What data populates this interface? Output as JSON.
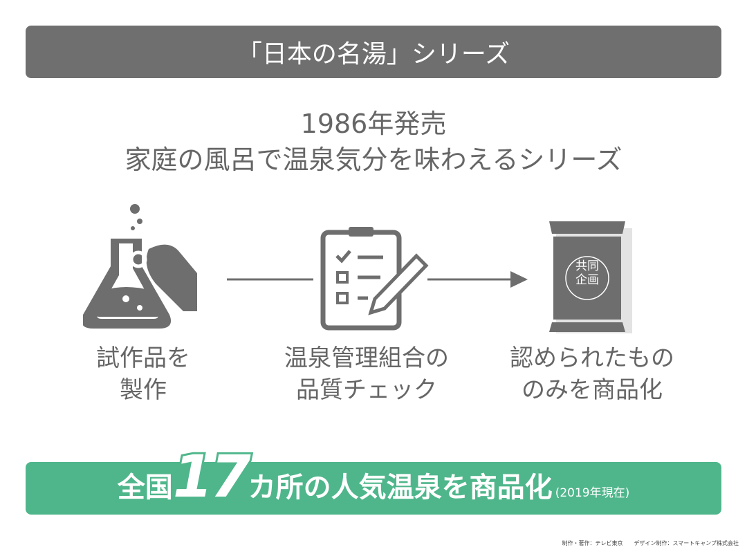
{
  "header": {
    "title": "「日本の名湯」シリーズ"
  },
  "intro": {
    "line1": "1986年発売",
    "line2": "家庭の風呂で温泉気分を味わえるシリーズ"
  },
  "steps": [
    {
      "icon": "flask-icon",
      "line1": "試作品を",
      "line2": "製作"
    },
    {
      "icon": "clipboard-checklist-icon",
      "line1": "温泉管理組合の",
      "line2": "品質チェック"
    },
    {
      "icon": "product-package-icon",
      "badge1": "共同",
      "badge2": "企画",
      "line1": "認められたもの",
      "line2": "のみを商品化"
    }
  ],
  "banner": {
    "prefix": "全国",
    "number": "17",
    "suffix": "カ所の人気温泉を商品化",
    "note": "(2019年現在)"
  },
  "credit": "制作・著作：テレビ東京　　デザイン制作：スマートキャンプ株式会社",
  "colors": {
    "gray": "#706f6f",
    "green": "#4fb68b"
  }
}
